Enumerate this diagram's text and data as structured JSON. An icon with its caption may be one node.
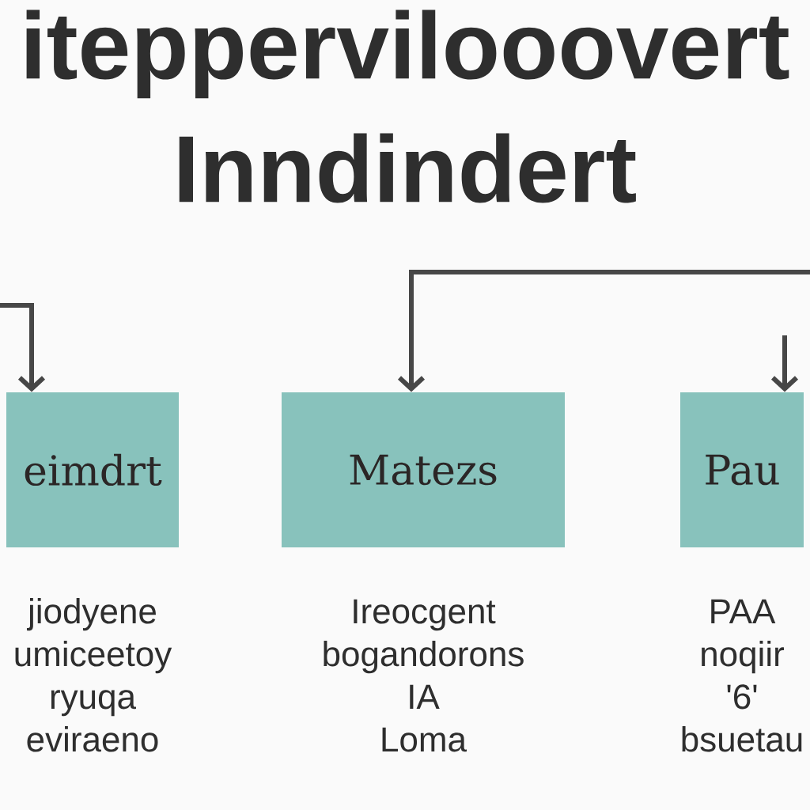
{
  "diagram": {
    "title": "iteppervilooovert Inndindert",
    "nodes": [
      {
        "text": [
          "eimdrt"
        ],
        "beside": [
          "jiodyene",
          "umiceetoy",
          "ryuqa",
          "eviraeno"
        ]
      },
      {
        "text": [
          "Matezs"
        ],
        "beside": [
          "Ireocgent",
          "bogandorons",
          "IA",
          "Loma"
        ]
      },
      {
        "text": [
          "Pau"
        ],
        "beside": [
          "PAA",
          "noqiir",
          "'6'",
          "bsuetau"
        ]
      }
    ],
    "edges": [
      {
        "from": null,
        "to": 0,
        "arrow": "to"
      },
      {
        "from": null,
        "to": 1,
        "arrow": "to"
      },
      {
        "from": null,
        "to": 2,
        "arrow": "to"
      }
    ]
  }
}
